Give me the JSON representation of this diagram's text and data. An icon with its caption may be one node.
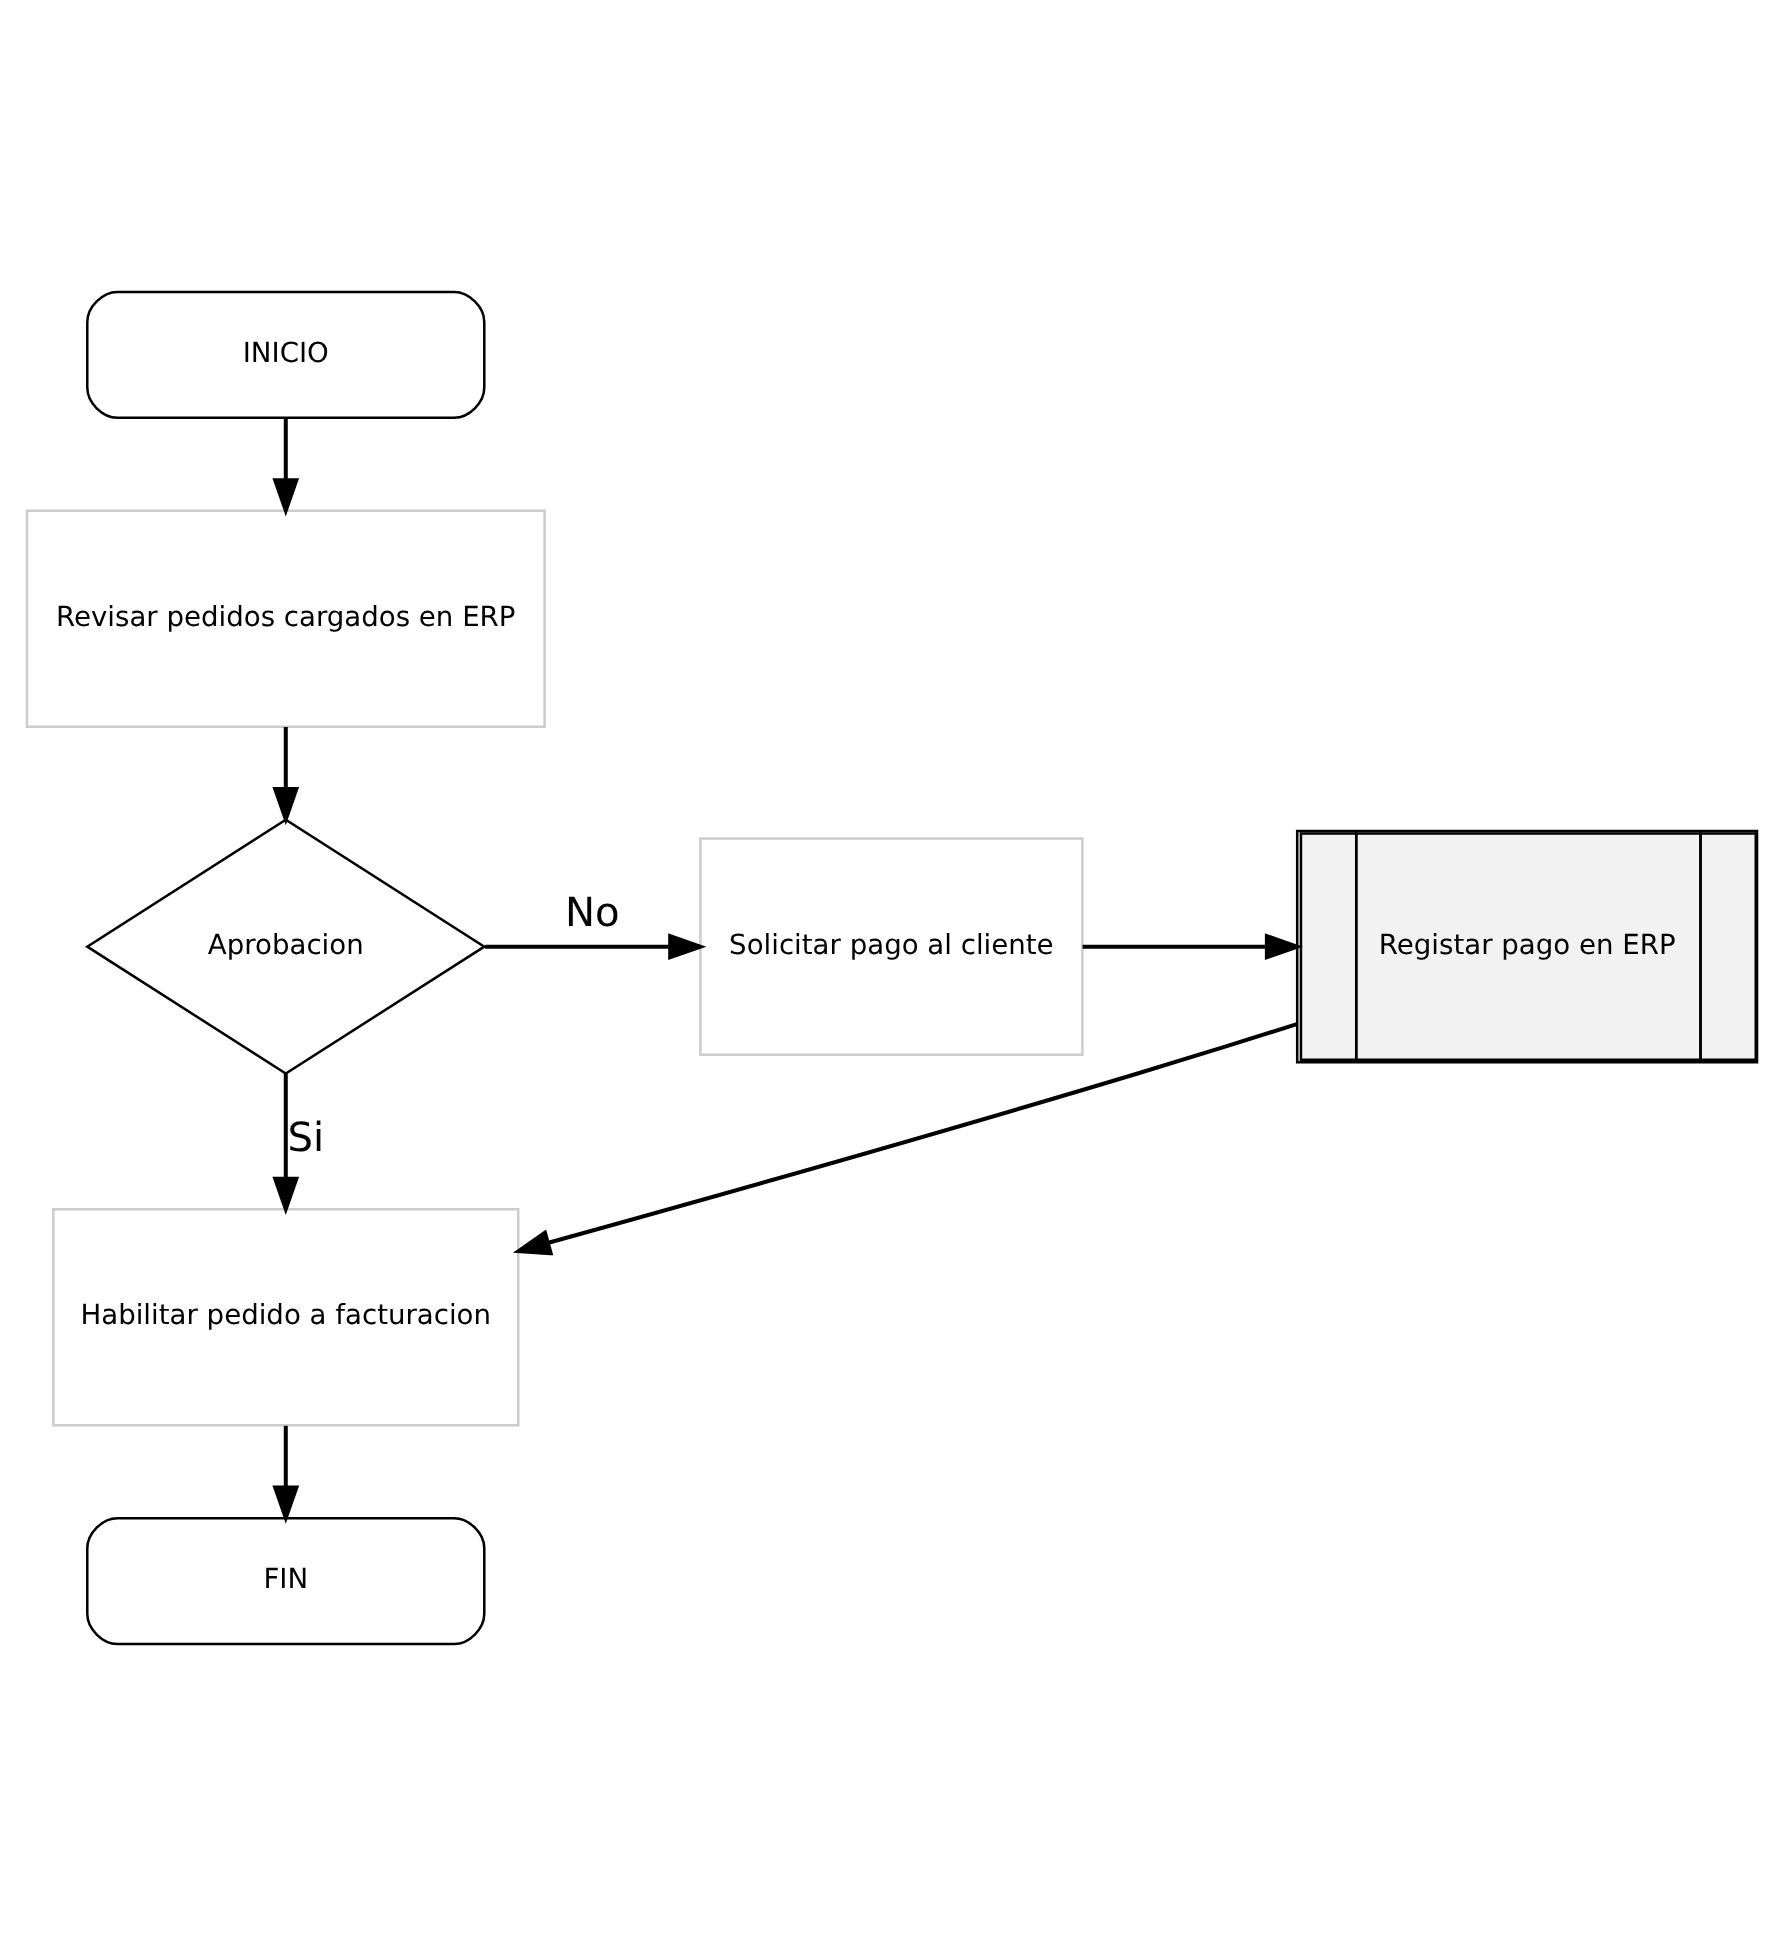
{
  "diagram": {
    "nodes": [
      {
        "text": [
          "INICIO"
        ]
      },
      {
        "text": [
          "Revisar pedidos cargados en ERP"
        ]
      },
      {
        "text": [
          "Aprobacion"
        ]
      },
      {
        "text": [
          "Solicitar pago al cliente"
        ]
      },
      {
        "text": [
          "Registar pago en ERP"
        ]
      },
      {
        "text": [
          "Habilitar pedido a facturacion"
        ]
      },
      {
        "text": [
          "FIN"
        ]
      }
    ],
    "edges": [
      {
        "from": 0,
        "to": 1,
        "arrow": "to"
      },
      {
        "from": 1,
        "to": 2,
        "arrow": "to"
      },
      {
        "from": 2,
        "to": 3,
        "arrow": "to",
        "label": "No"
      },
      {
        "from": 3,
        "to": 4,
        "arrow": "to"
      },
      {
        "from": 2,
        "to": 5,
        "arrow": "to",
        "label": "Si"
      },
      {
        "from": 4,
        "to": 5,
        "arrow": "to"
      },
      {
        "from": 5,
        "to": 6,
        "arrow": "to"
      }
    ]
  }
}
